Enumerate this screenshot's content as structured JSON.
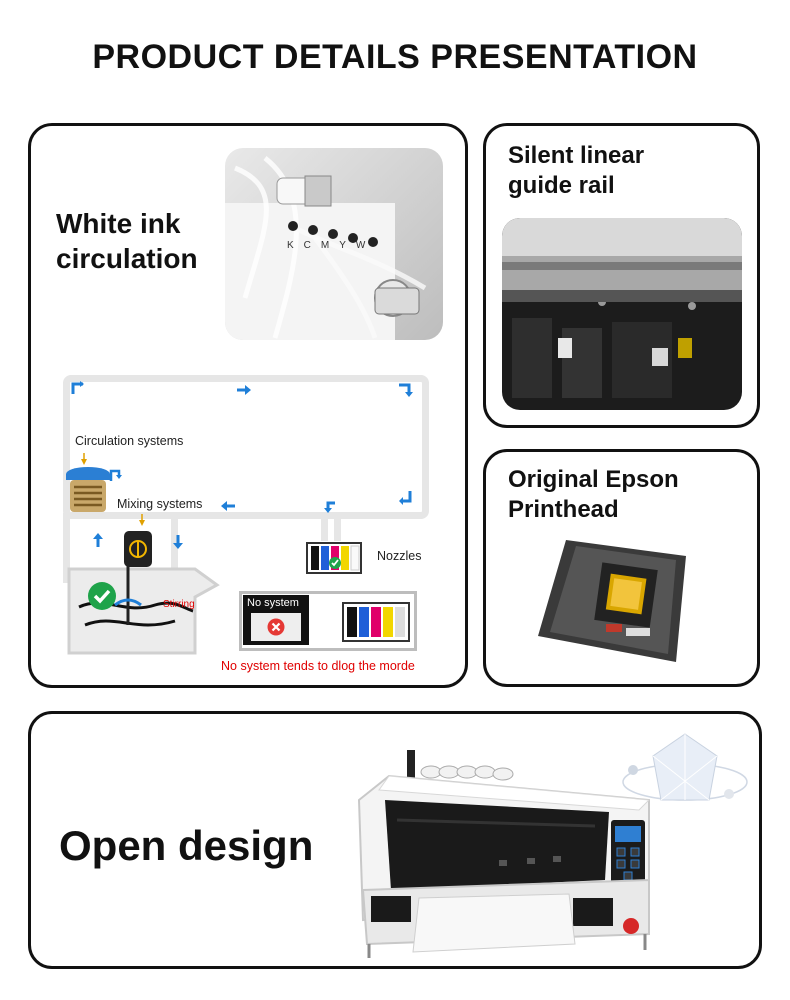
{
  "page": {
    "title": "PRODUCT DETAILS PRESENTATION"
  },
  "cards": {
    "white_ink": {
      "heading_line1": "White ink",
      "heading_line2": "circulation",
      "diagram": {
        "circulation_label": "Circulation systems",
        "mixing_label": "Mixing systems",
        "nozzles_label": "Nozzles",
        "stirring_label": "Stirring",
        "no_system_label": "No system",
        "warning_text": "No system tends to dlog the morde"
      },
      "ink_channels": [
        "K",
        "C",
        "M",
        "Y",
        "W"
      ]
    },
    "guide_rail": {
      "heading_line1": "Silent linear",
      "heading_line2": "guide rail"
    },
    "printhead": {
      "heading_line1": "Original Epson",
      "heading_line2": "Printhead"
    },
    "open_design": {
      "heading": "Open design"
    }
  },
  "colors": {
    "accent_blue": "#1f7fd8",
    "ok_green": "#1fa34a",
    "error_red": "#e53935",
    "border": "#111111"
  }
}
